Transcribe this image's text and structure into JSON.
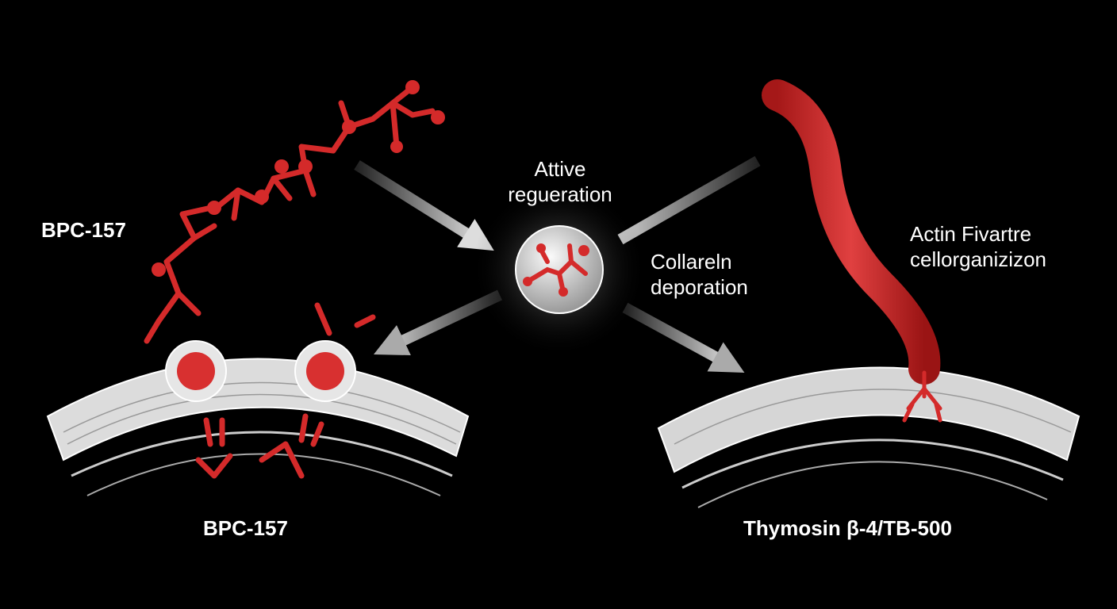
{
  "labels": {
    "bpc_top": "BPC-157",
    "center_line1": "Attive",
    "center_line2": "regueration",
    "collagen_line1": "Collareln",
    "collagen_line2": "deporation",
    "actin_line1": "Actin Fivartre",
    "actin_line2": "cellorganizizon",
    "bpc_bottom": "BPC-157",
    "thymosin": "Thymosin β-4/TB-500"
  },
  "colors": {
    "background": "#000000",
    "peptide_red": "#d42a2a",
    "membrane": "#e8e8e8"
  }
}
